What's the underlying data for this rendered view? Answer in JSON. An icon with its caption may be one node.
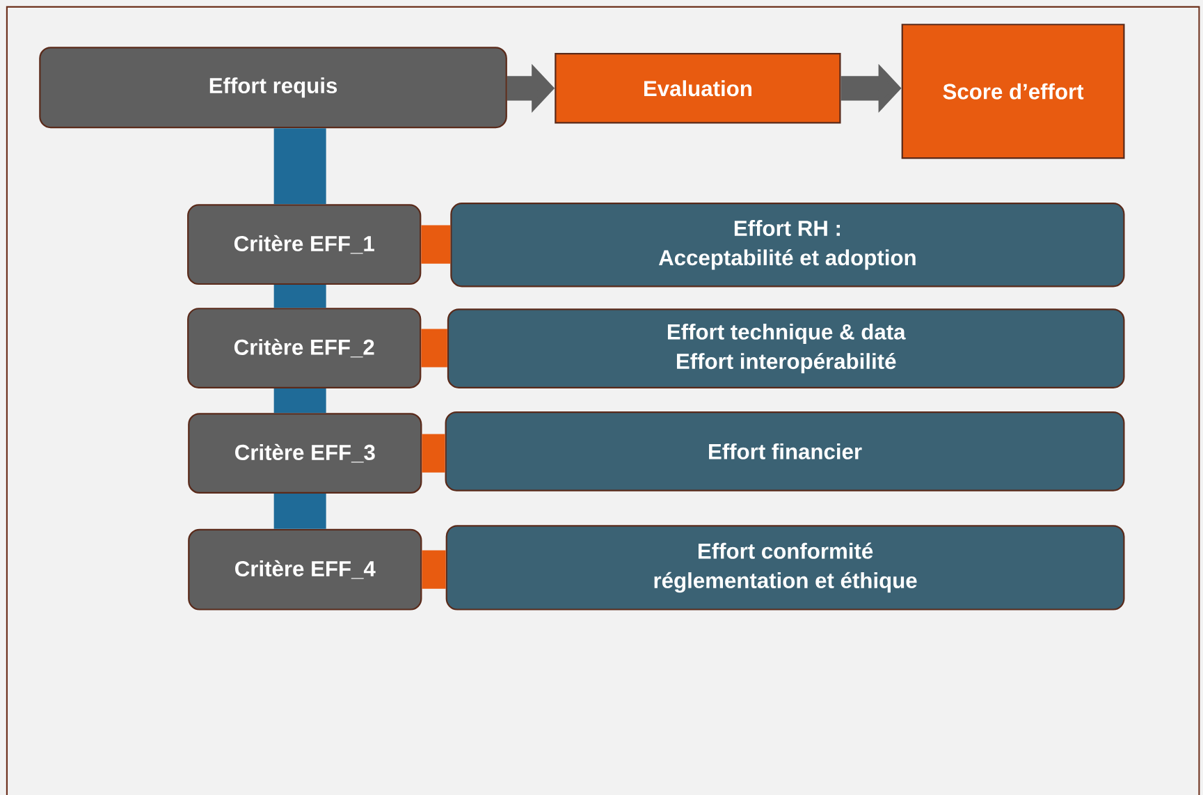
{
  "diagram": {
    "nodes": [
      {
        "text": [
          "Effort requis"
        ]
      },
      {
        "text": [
          "Evaluation"
        ]
      },
      {
        "text": [
          "Score d’effort"
        ]
      },
      {
        "text": [
          "Critère EFF_1"
        ]
      },
      {
        "text": [
          "Effort RH :",
          "Acceptabilité et adoption"
        ]
      },
      {
        "text": [
          "Critère EFF_2"
        ]
      },
      {
        "text": [
          "Effort technique & data",
          "Effort interopérabilité"
        ]
      },
      {
        "text": [
          "Critère EFF_3"
        ]
      },
      {
        "text": [
          "Effort financier"
        ]
      },
      {
        "text": [
          "Critère EFF_4"
        ]
      },
      {
        "text": [
          "Effort conformité",
          "réglementation et éthique"
        ]
      }
    ],
    "edges": [
      {
        "from": 0,
        "to": 1,
        "arrow": "to",
        "color": "#5f5f5f"
      },
      {
        "from": 1,
        "to": 2,
        "arrow": "to",
        "color": "#5f5f5f"
      },
      {
        "from": 0,
        "to": 3,
        "arrow": "none",
        "color": "#1f6b98"
      },
      {
        "from": 3,
        "to": 5,
        "arrow": "none",
        "color": "#1f6b98"
      },
      {
        "from": 5,
        "to": 7,
        "arrow": "none",
        "color": "#1f6b98"
      },
      {
        "from": 7,
        "to": 9,
        "arrow": "none",
        "color": "#1f6b98"
      },
      {
        "from": 3,
        "to": 4,
        "arrow": "none",
        "color": "#e85b10"
      },
      {
        "from": 5,
        "to": 6,
        "arrow": "none",
        "color": "#e85b10"
      },
      {
        "from": 7,
        "to": 8,
        "arrow": "none",
        "color": "#e85b10"
      },
      {
        "from": 9,
        "to": 10,
        "arrow": "none",
        "color": "#e85b10"
      }
    ]
  }
}
